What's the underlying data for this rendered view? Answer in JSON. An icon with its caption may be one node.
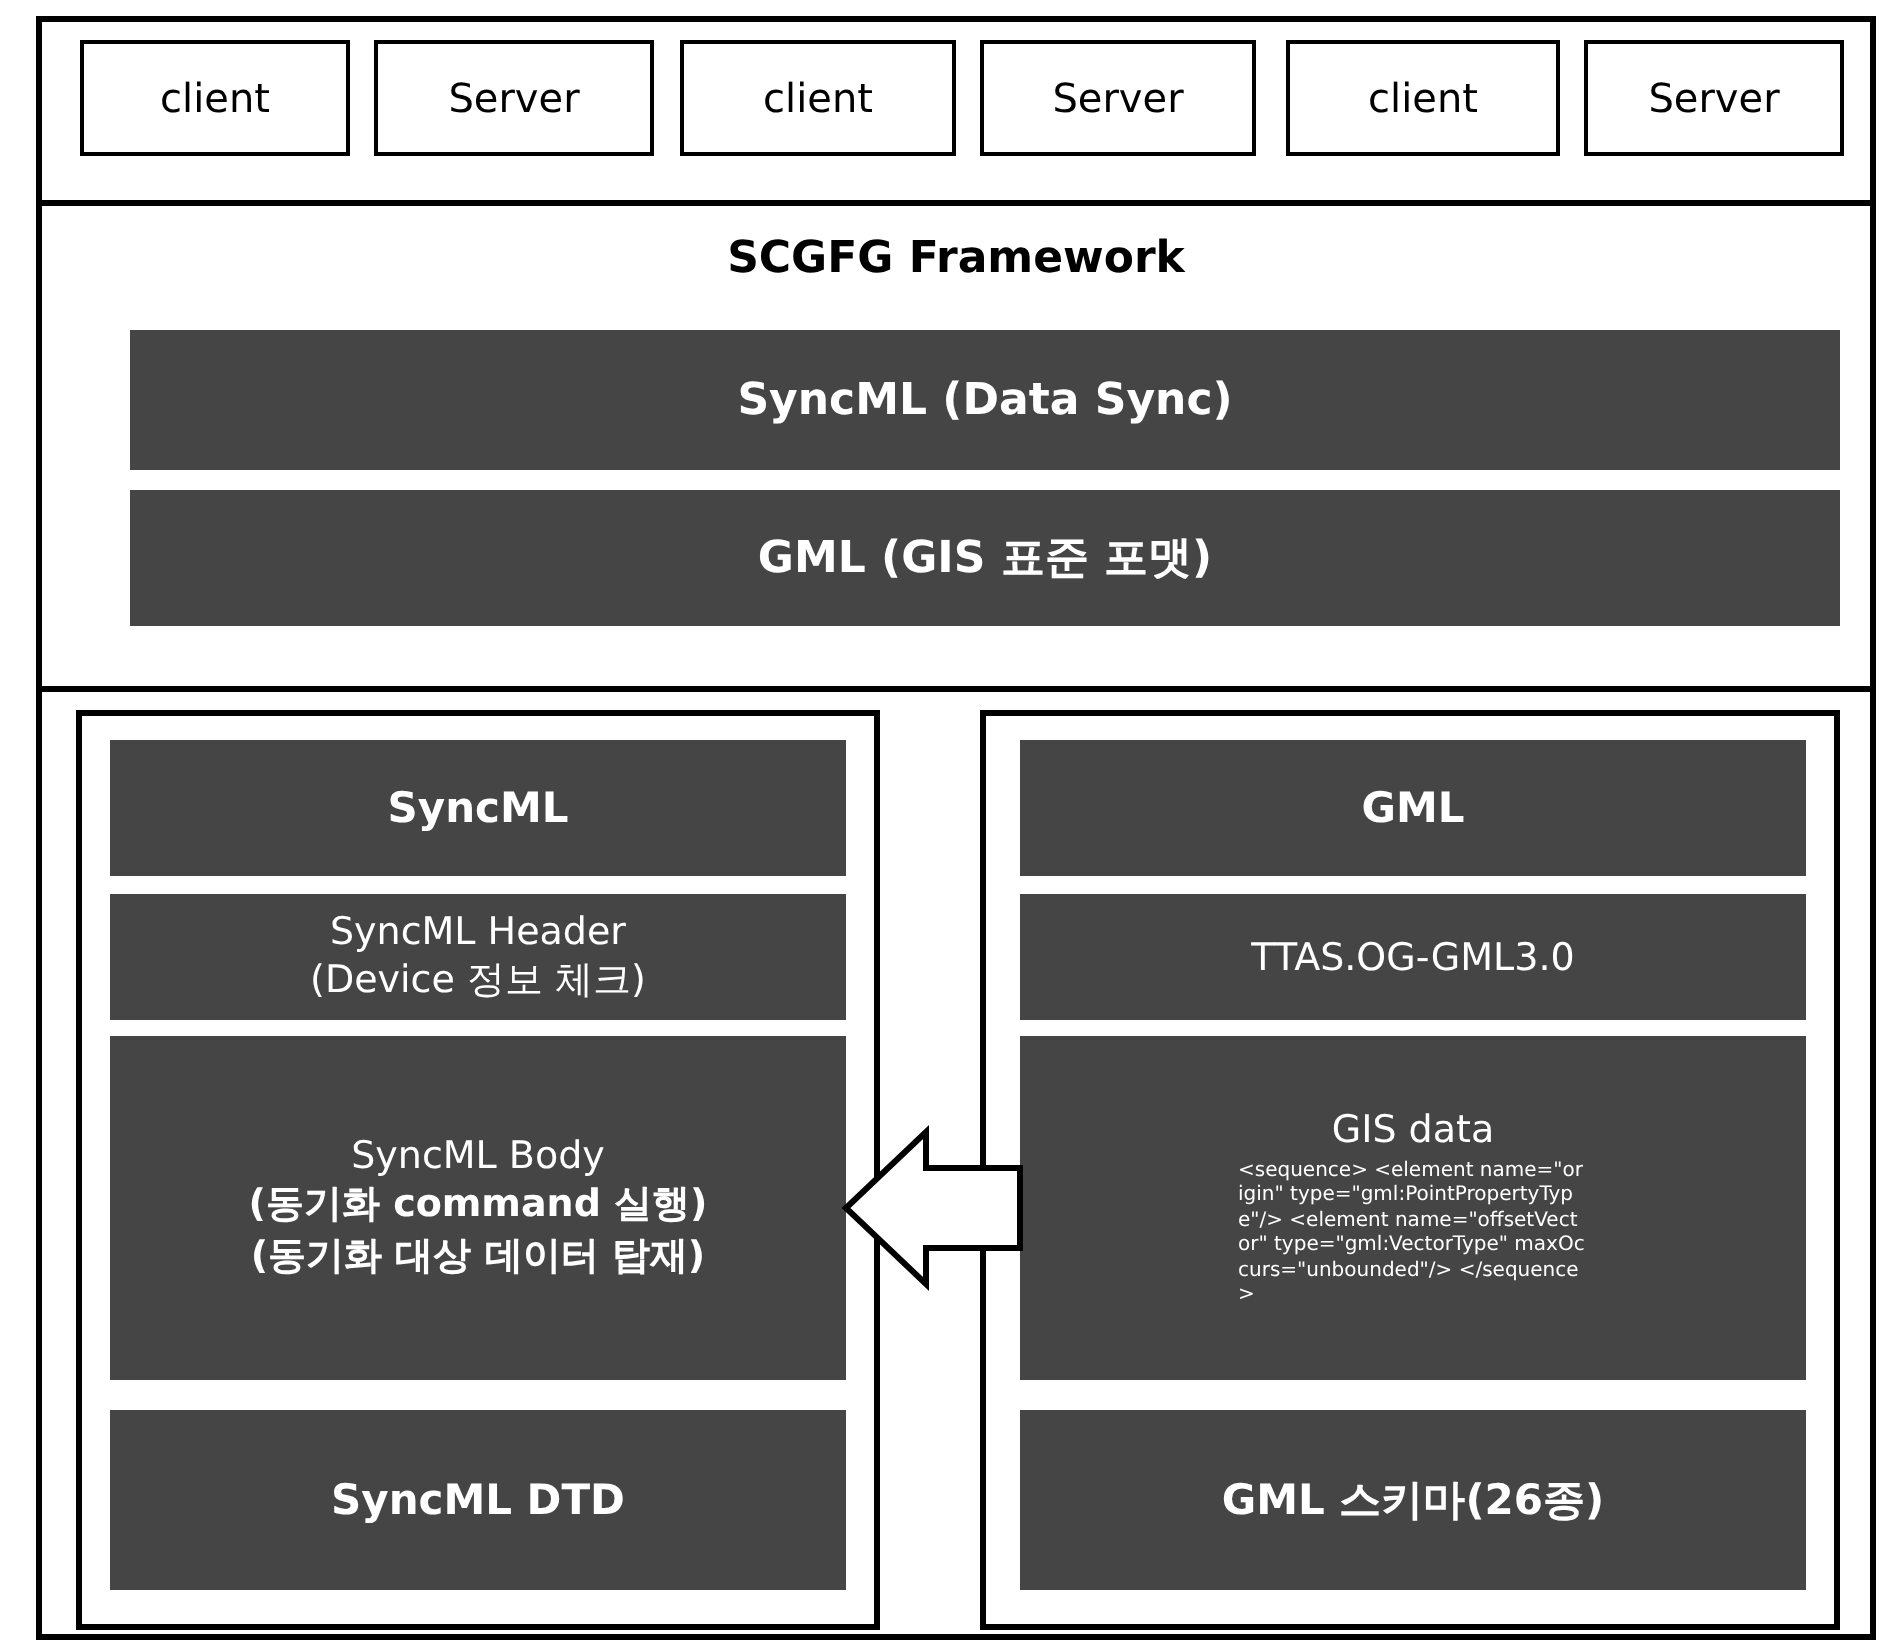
{
  "diagram": {
    "nodes": [
      {
        "text": [
          "client"
        ]
      },
      {
        "text": [
          "Server"
        ]
      },
      {
        "text": [
          "client"
        ]
      },
      {
        "text": [
          "Server"
        ]
      },
      {
        "text": [
          "client"
        ]
      },
      {
        "text": [
          "Server"
        ]
      },
      {
        "text": [
          "SCGFG Framework"
        ]
      },
      {
        "text": [
          "SyncML (Data Sync)"
        ],
        "in": 6
      },
      {
        "text": [
          "GML (GIS 표준 포맷)"
        ],
        "in": 6
      },
      {
        "text": [],
        "shape": "box"
      },
      {
        "text": [
          "SyncML"
        ],
        "in": 9
      },
      {
        "text": [
          "SyncML Header",
          "(Device 정보 체크)"
        ],
        "in": 9
      },
      {
        "text": [
          "SyncML Body",
          "(동기화 command 실행)",
          "(동기화 대상 데이터 탑재)"
        ],
        "in": 9
      },
      {
        "text": [
          "SyncML DTD"
        ],
        "in": 9
      },
      {
        "text": [],
        "shape": "box"
      },
      {
        "text": [
          "GML"
        ],
        "in": 14
      },
      {
        "text": [
          "TTAS.OG-GML3.0"
        ],
        "in": 14
      },
      {
        "text": [
          "GIS data",
          "<sequence> <element name=\"origin\" type=\"gml:PointPropertyType\"/> <element name=\"offsetVector\" type=\"gml:VectorType\" maxOccurs=\"unbounded\"/> </sequence>"
        ],
        "in": 14
      },
      {
        "text": [
          "GML 스키마(26종)"
        ],
        "in": 14
      }
    ],
    "edges": [
      {
        "from": 17,
        "to": 12,
        "arrow": "to",
        "style": "thick"
      }
    ]
  }
}
